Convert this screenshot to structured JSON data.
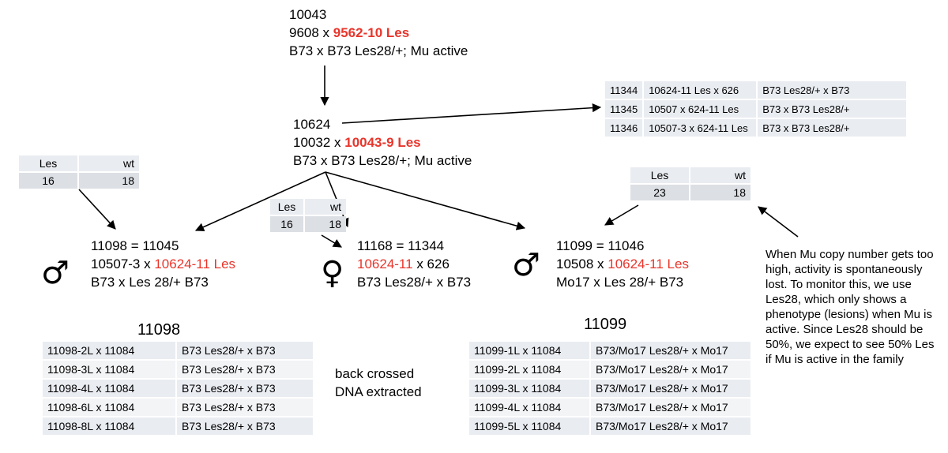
{
  "top": {
    "id": "10043",
    "cross_plain": "9608 x ",
    "cross_red": "9562-10 Les",
    "genotype": "B73 x B73 Les28/+; Mu active"
  },
  "mid": {
    "id": "10624",
    "cross_plain": "10032 x ",
    "cross_red": "10043-9 Les",
    "genotype": "B73 x B73 Les28/+; Mu active"
  },
  "mid_table": [
    {
      "id": "11344",
      "cross": "10624-11 Les x 626",
      "genotype": "B73 Les28/+ x B73"
    },
    {
      "id": "11345",
      "cross": "10507 x 624-11 Les",
      "genotype": "B73 x B73 Les28/+"
    },
    {
      "id": "11346",
      "cross": "10507-3 x 624-11 Les",
      "genotype": "B73 x B73 Les28/+"
    }
  ],
  "counts_left": {
    "h1": "Les",
    "h2": "wt",
    "v1": "16",
    "v2": "18"
  },
  "counts_center": {
    "h1": "Les",
    "h2": "wt",
    "v1": "16",
    "v2": "18"
  },
  "counts_right": {
    "h1": "Les",
    "h2": "wt",
    "v1": "23",
    "v2": "18"
  },
  "left_node": {
    "symbol": "♂",
    "id": "11098 = 11045",
    "cross_plain": "10507-3 x ",
    "cross_red": "10624-11 Les",
    "genotype": "B73 x Les 28/+ B73"
  },
  "center_node": {
    "symbol": "♀",
    "id": "11168 = 11344",
    "cross_red": "10624-11",
    "cross_plain": " x 626",
    "genotype": "B73 Les28/+ x B73"
  },
  "right_node": {
    "symbol": "♂",
    "id": "11099 = 11046",
    "cross_plain": "10508 x ",
    "cross_red": "10624-11 Les",
    "genotype": "Mo17 x Les 28/+ B73"
  },
  "note": "When Mu copy number gets too high, activity is spontaneously lost. To monitor this, we use Les28, which only shows a phenotype (lesions) when Mu is active. Since Les28 should be 50%, we expect to see 50% Les if Mu is active in the family",
  "left_family": {
    "title": "11098",
    "rows": [
      {
        "cross": "11098-2L x 11084",
        "genotype": "B73 Les28/+ x B73"
      },
      {
        "cross": "11098-3L x 11084",
        "genotype": "B73 Les28/+ x B73"
      },
      {
        "cross": "11098-4L x 11084",
        "genotype": "B73 Les28/+ x B73"
      },
      {
        "cross": "11098-6L x 11084",
        "genotype": "B73 Les28/+ x B73"
      },
      {
        "cross": "11098-8L x 11084",
        "genotype": "B73 Les28/+ x B73"
      }
    ]
  },
  "right_family": {
    "title": "11099",
    "rows": [
      {
        "cross": "11099-1L x 11084",
        "genotype": "B73/Mo17 Les28/+ x Mo17"
      },
      {
        "cross": "11099-2L x 11084",
        "genotype": "B73/Mo17 Les28/+ x Mo17"
      },
      {
        "cross": "11099-3L x 11084",
        "genotype": "B73/Mo17 Les28/+ x Mo17"
      },
      {
        "cross": "11099-4L x 11084",
        "genotype": "B73/Mo17 Les28/+ x Mo17"
      },
      {
        "cross": "11099-5L x 11084",
        "genotype": "B73/Mo17 Les28/+ x Mo17"
      }
    ]
  },
  "backcross_note": {
    "line1": "back crossed",
    "line2": "DNA extracted"
  }
}
